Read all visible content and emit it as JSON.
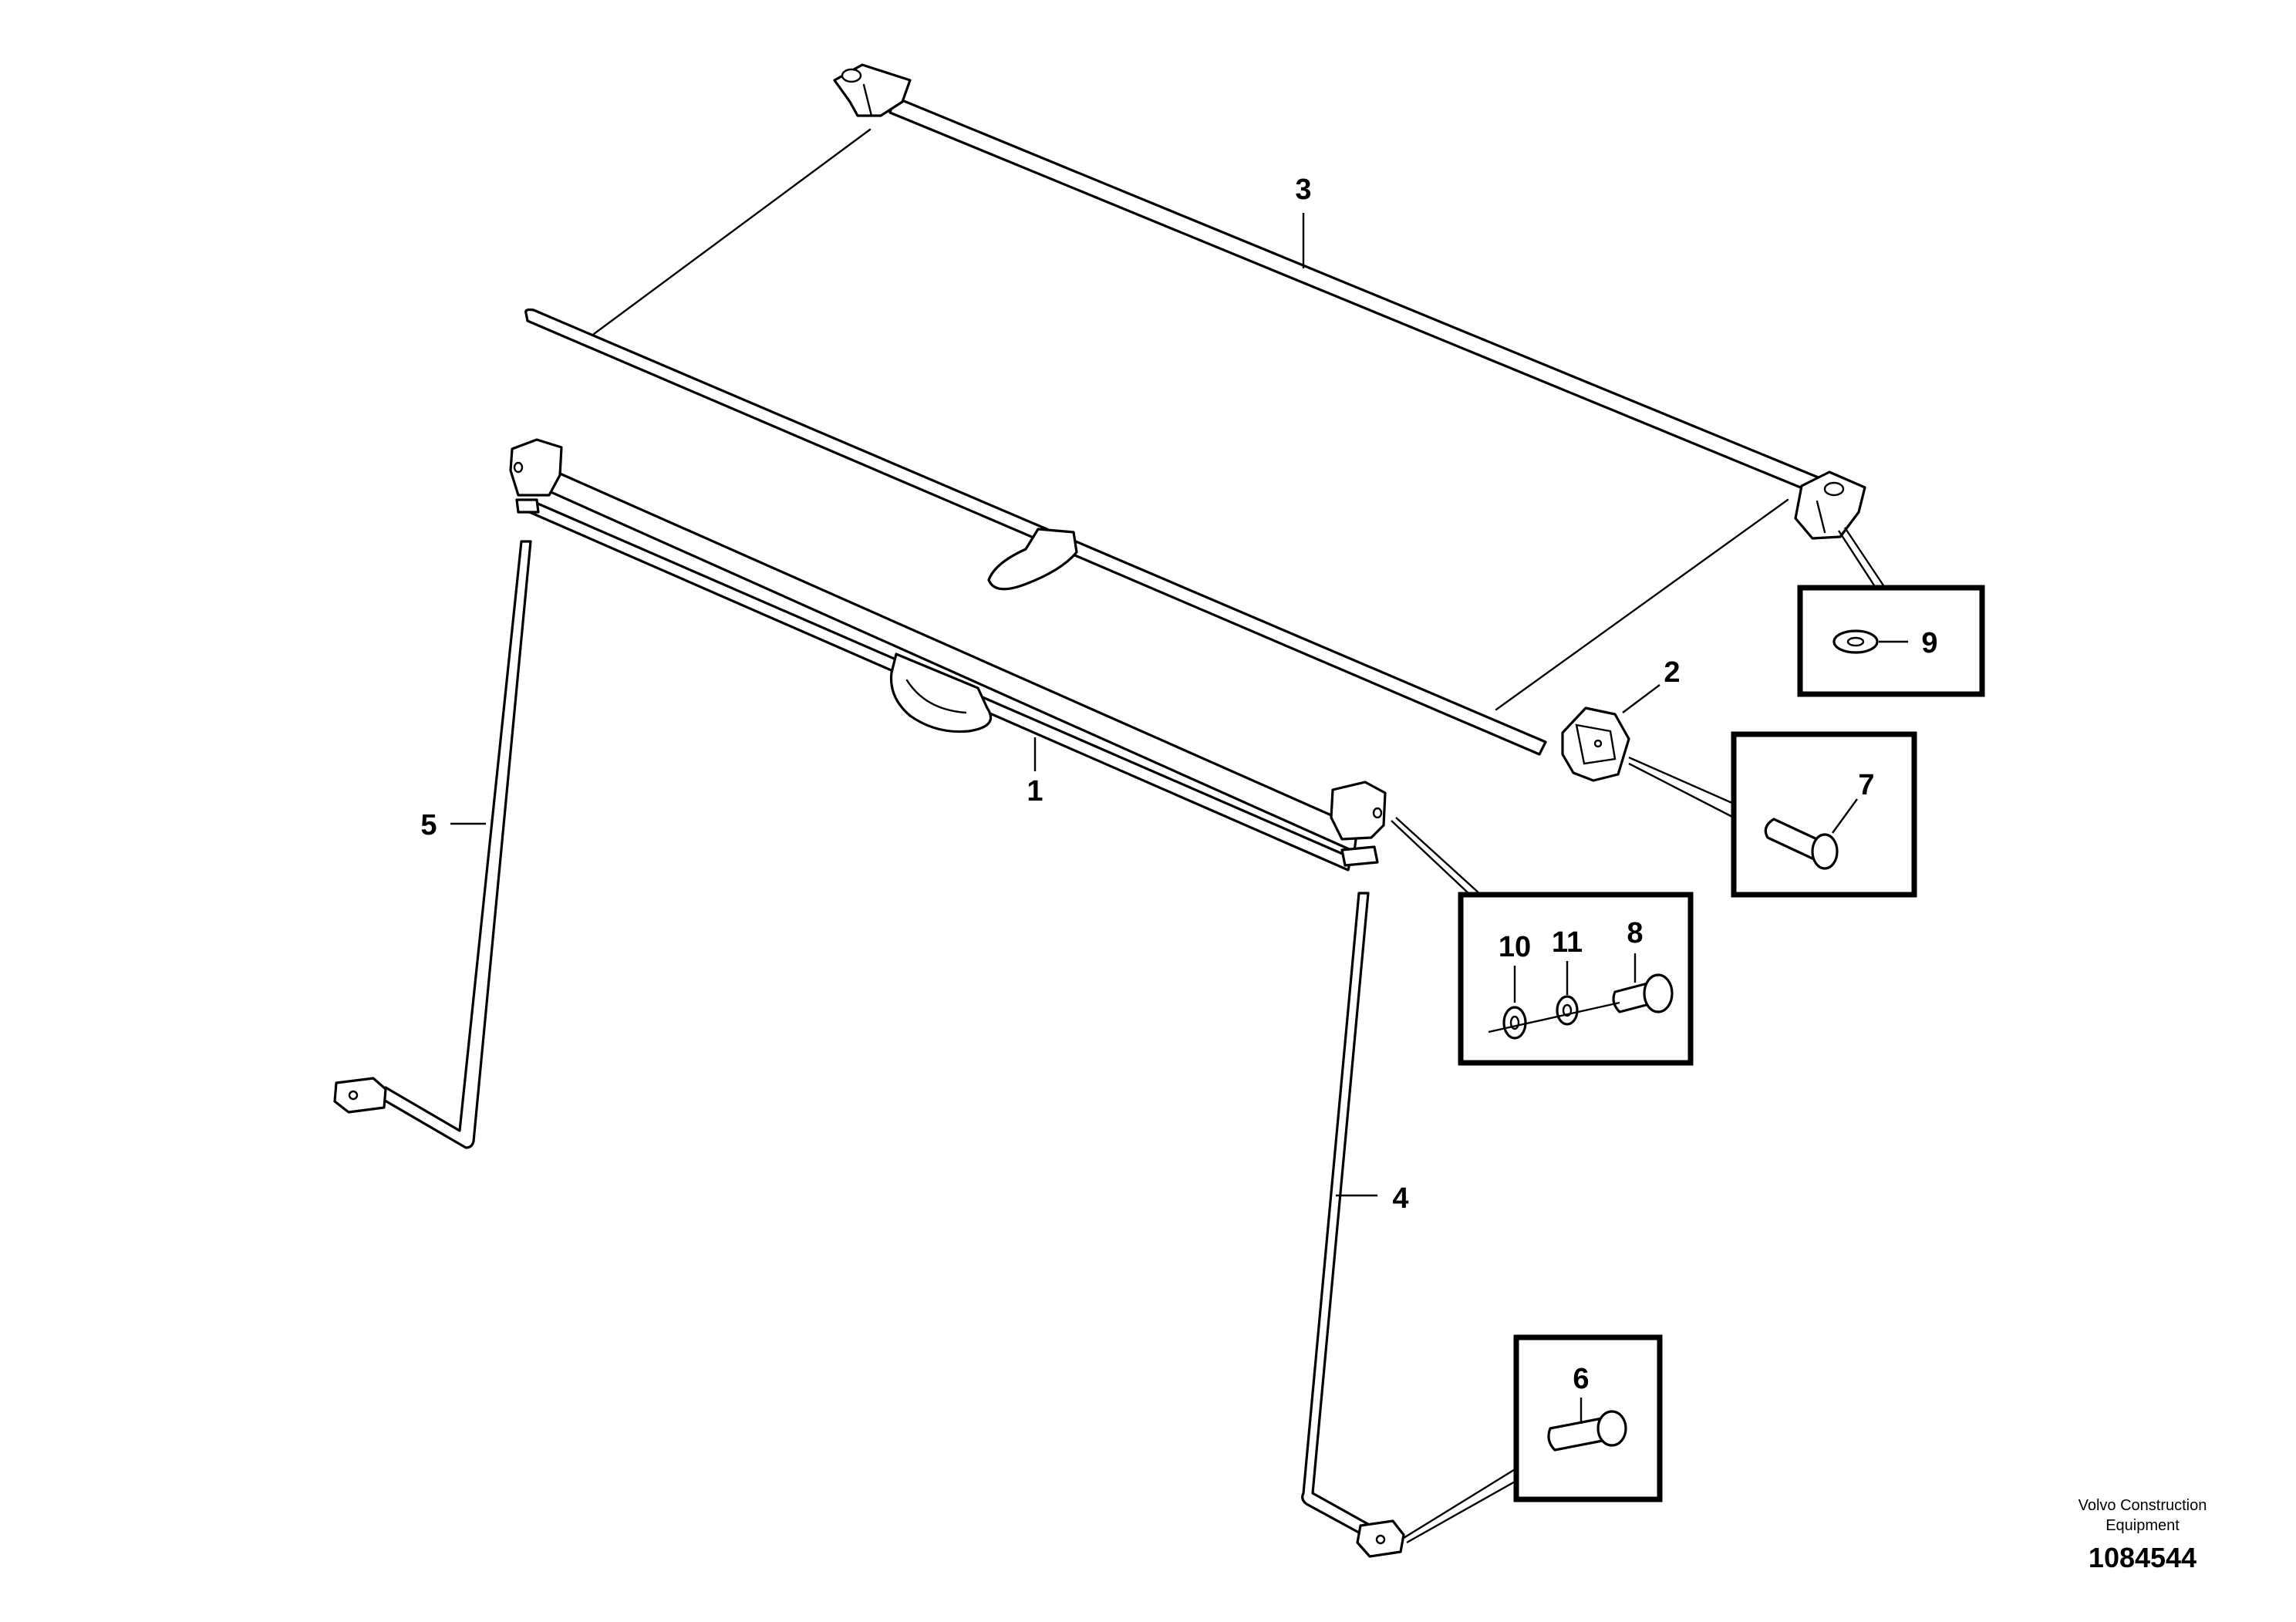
{
  "callouts": {
    "c1": "1",
    "c2": "2",
    "c3": "3",
    "c4": "4",
    "c5": "5",
    "c6": "6",
    "c7": "7",
    "c8": "8",
    "c9": "9",
    "c10": "10",
    "c11": "11"
  },
  "footer": {
    "manufacturer_line1": "Volvo Construction",
    "manufacturer_line2": "Equipment",
    "drawing_number": "1084544"
  }
}
